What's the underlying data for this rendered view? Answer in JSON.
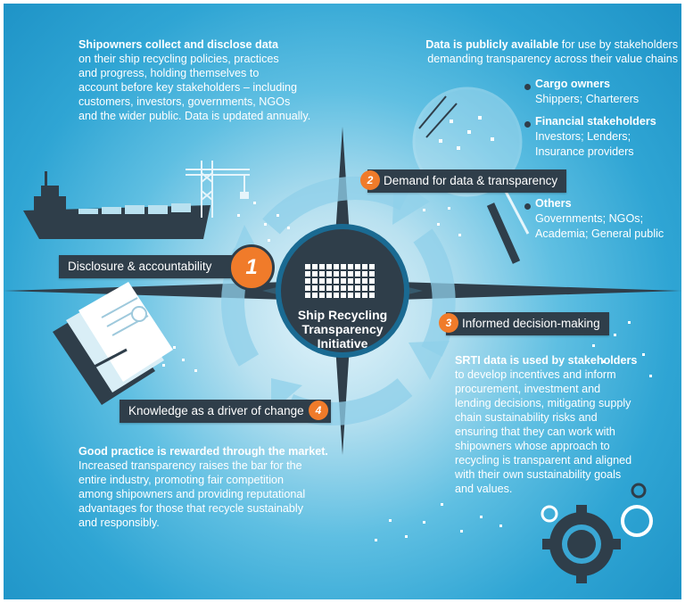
{
  "center": {
    "title_line1": "Ship Recycling",
    "title_line2": "Transparency",
    "title_line3": "Initiative"
  },
  "steps": [
    {
      "number": "1",
      "label": "Disclosure & accountability"
    },
    {
      "number": "2",
      "label": "Demand for data & transparency"
    },
    {
      "number": "3",
      "label": "Informed decision-making"
    },
    {
      "number": "4",
      "label": "Knowledge as a driver of change"
    }
  ],
  "top_left": {
    "heading": "Shipowners collect and disclose data",
    "line1": "on their ship recycling policies, practices",
    "line2": "and progress, holding themselves to",
    "line3": "account before key stakeholders – including",
    "line4": "customers, investors, governments, NGOs",
    "line5": "and the wider public. Data is updated annually."
  },
  "top_right": {
    "heading": "Data is publicly available",
    "line1_rest": " for use by stakeholders",
    "line2": "demanding transparency across their value chains"
  },
  "stakeholders": [
    {
      "title": "Cargo owners",
      "line1": "Shippers; Charterers",
      "line2": ""
    },
    {
      "title": "Financial stakeholders",
      "line1": "Investors; Lenders;",
      "line2": "Insurance providers"
    },
    {
      "title": "Others",
      "line1": "Governments; NGOs;",
      "line2": "Academia; General public"
    }
  ],
  "right": {
    "heading": "SRTI data is used by stakeholders",
    "line1": "to develop incentives and inform",
    "line2": "procurement, investment and",
    "line3": "lending decisions, mitigating supply",
    "line4": "chain sustainability risks and",
    "line5": "ensuring that they can work with",
    "line6": "shipowners whose approach to",
    "line7": "recycling is transparent and aligned",
    "line8": "with their own sustainability goals",
    "line9": "and values."
  },
  "bottom_left": {
    "heading": "Good practice is rewarded through the market.",
    "line1": "Increased transparency raises the bar for the",
    "line2": "entire industry, promoting fair competition",
    "line3": "among shipowners and providing reputational",
    "line4": "advantages for those that recycle sustainably",
    "line5": "and responsibly."
  },
  "icons": {
    "ship": "cargo-ship-icon",
    "crane": "shipyard-crane-icon",
    "magnifier": "magnifying-glass-icon",
    "documents": "documents-pen-icon",
    "gears": "gears-icon",
    "compass": "compass-star-icon"
  },
  "colors": {
    "background": "#1d92c6",
    "dark": "#2f3e4a",
    "accent": "#f07b2a",
    "white": "#ffffff"
  }
}
